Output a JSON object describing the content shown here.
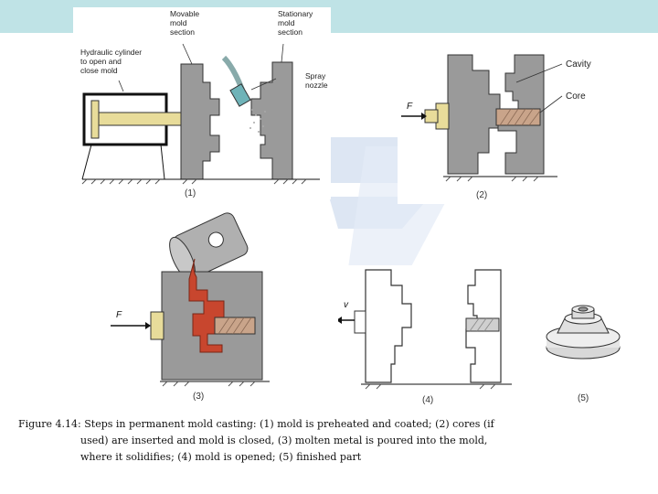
{
  "figure": {
    "panel1": {
      "labels": {
        "movable": [
          "Movable",
          "mold",
          "section"
        ],
        "stationary": [
          "Stationary",
          "mold",
          "section"
        ],
        "cylinder": [
          "Hydraulic cylinder",
          "to open and",
          "close mold"
        ],
        "spray": [
          "Spray",
          "nozzle"
        ]
      },
      "number": "(1)"
    },
    "panel2": {
      "labels": {
        "cavity": "Cavity",
        "core": "Core",
        "force": "F"
      },
      "number": "(2)"
    },
    "panel3": {
      "labels": {
        "force": "F"
      },
      "number": "(3)"
    },
    "panel4": {
      "labels": {
        "velocity": "v"
      },
      "number": "(4)"
    },
    "panel5": {
      "number": "(5)"
    },
    "colors": {
      "mold_gray": "#9a9a9a",
      "metal_red": "#c8462e",
      "core_hatch": "#c9a48a",
      "band": "#bfe3e6",
      "logo_blue": "#d9e3f2"
    }
  },
  "caption": {
    "line1": "Figure 4.14:  Steps in permanent mold casting: (1) mold is preheated and coated; (2) cores (if",
    "line2": "used) are inserted and mold is closed, (3) molten metal is poured into the mold,",
    "line3": "where it solidifies; (4) mold is opened; (5) finished part"
  }
}
